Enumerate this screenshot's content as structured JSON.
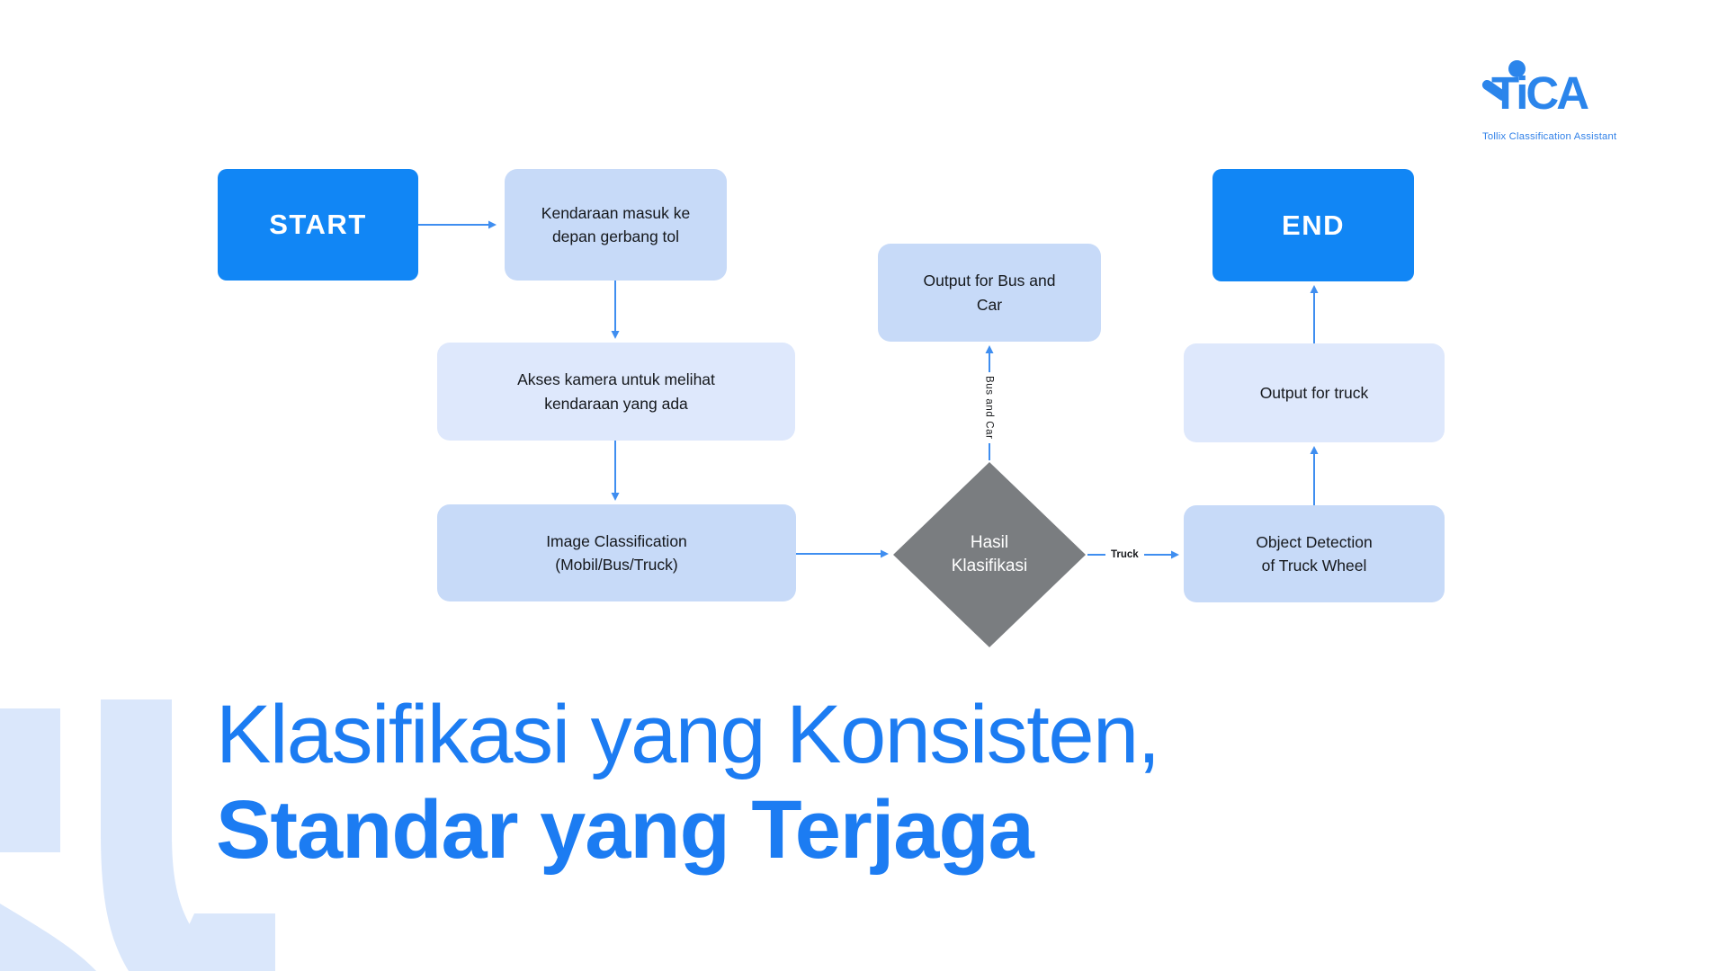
{
  "logo": {
    "brand": "TiCA",
    "tagline": "Tollix Classification Assistant"
  },
  "flowchart": {
    "terminals": {
      "start": "START",
      "end": "END"
    },
    "nodes": {
      "vehicle_entry": "Kendaraan masuk ke\ndepan gerbang tol",
      "camera_access": "Akses kamera untuk melihat\nkendaraan yang ada",
      "image_classification": "Image Classification\n(Mobil/Bus/Truck)",
      "decision": "Hasil\nKlasifikasi",
      "output_bus_car": "Output for Bus and\nCar",
      "output_truck": "Output for truck",
      "object_detection": "Object Detection\nof Truck Wheel"
    },
    "edge_labels": {
      "bus_car": "Bus and Car",
      "truck": "Truck"
    }
  },
  "headline": {
    "line1": "Klasifikasi yang Konsisten,",
    "line2": "Standar yang Terjaga"
  },
  "colors": {
    "terminal_blue": "#1186F5",
    "box_medium": "#C7DAF8",
    "box_light": "#DEE8FC",
    "diamond_gray": "#7A7D80",
    "arrow_blue": "#3F8EF0",
    "headline_blue": "#1C7CF2",
    "logo_blue": "#2B85EB",
    "decoration_blue": "#DAE7FB",
    "node_text": "#15181c"
  }
}
